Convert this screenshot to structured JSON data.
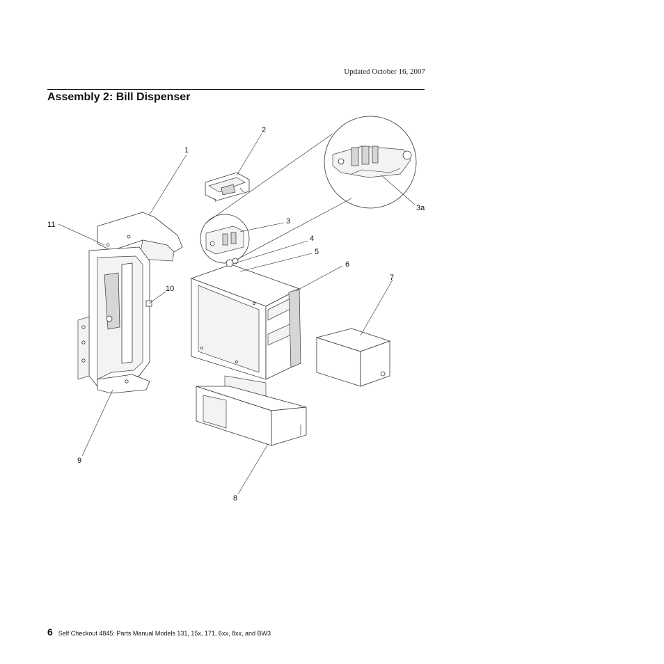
{
  "header": {
    "updated": "Updated October 16, 2007"
  },
  "section": {
    "title": "Assembly 2: Bill Dispenser"
  },
  "callouts": {
    "c1": "1",
    "c2": "2",
    "c3": "3",
    "c3a": "3a",
    "c4": "4",
    "c5": "5",
    "c6": "6",
    "c7": "7",
    "c8": "8",
    "c9": "9",
    "c10": "10",
    "c11": "11"
  },
  "footer": {
    "page_number": "6",
    "text": "Self Checkout 4845:  Parts Manual Models 131, 15x, 171, 6xx, 8xx, and BW3"
  }
}
